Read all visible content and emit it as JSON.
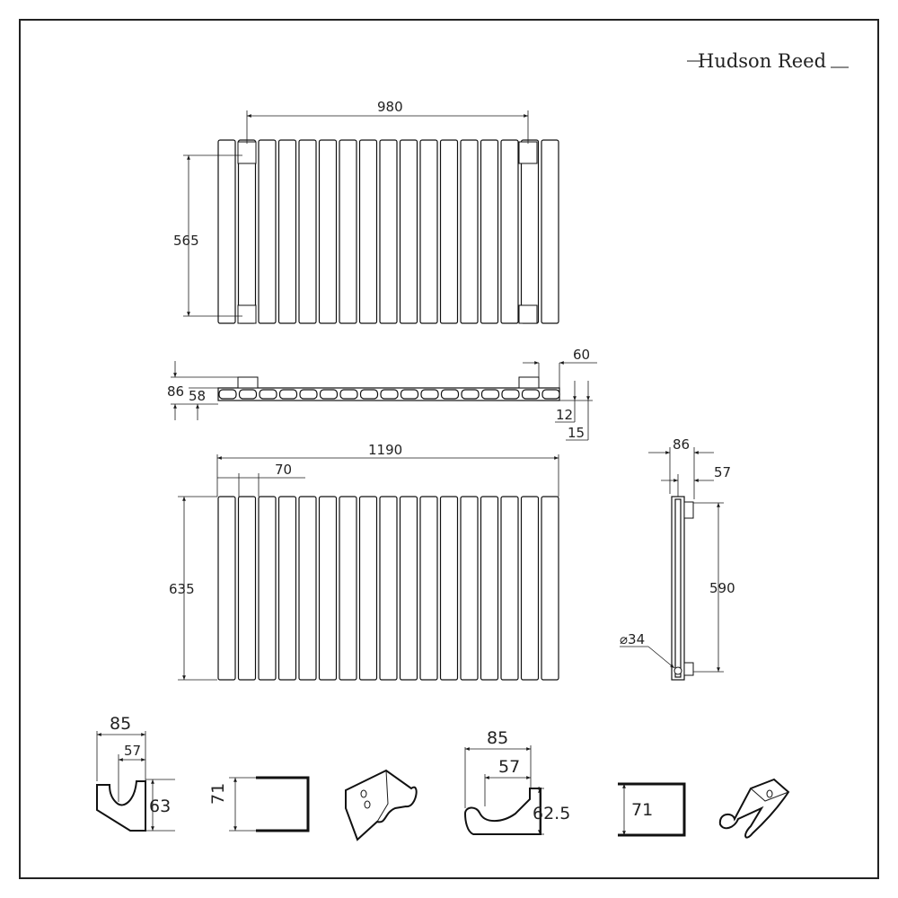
{
  "brand": {
    "name": "Hudson Reed"
  },
  "front_top": {
    "width_label": "980",
    "height_label": "565"
  },
  "top_view": {
    "depth_label": "86",
    "inner_label": "58",
    "offset_label": "60",
    "gap_small": "12",
    "gap_large": "15"
  },
  "front_bottom": {
    "width_label": "1190",
    "column_label": "70",
    "height_label": "635"
  },
  "side_view": {
    "depth_label": "86",
    "inner_label": "57",
    "height_label": "590",
    "pipe_label": "⌀34"
  },
  "bracket_a": {
    "width_label": "85",
    "inner_label": "57",
    "height_label": "63",
    "plate_label": "71"
  },
  "bracket_b": {
    "width_label": "85",
    "inner_label": "57",
    "height_label": "62.5",
    "plate_label": "71"
  }
}
